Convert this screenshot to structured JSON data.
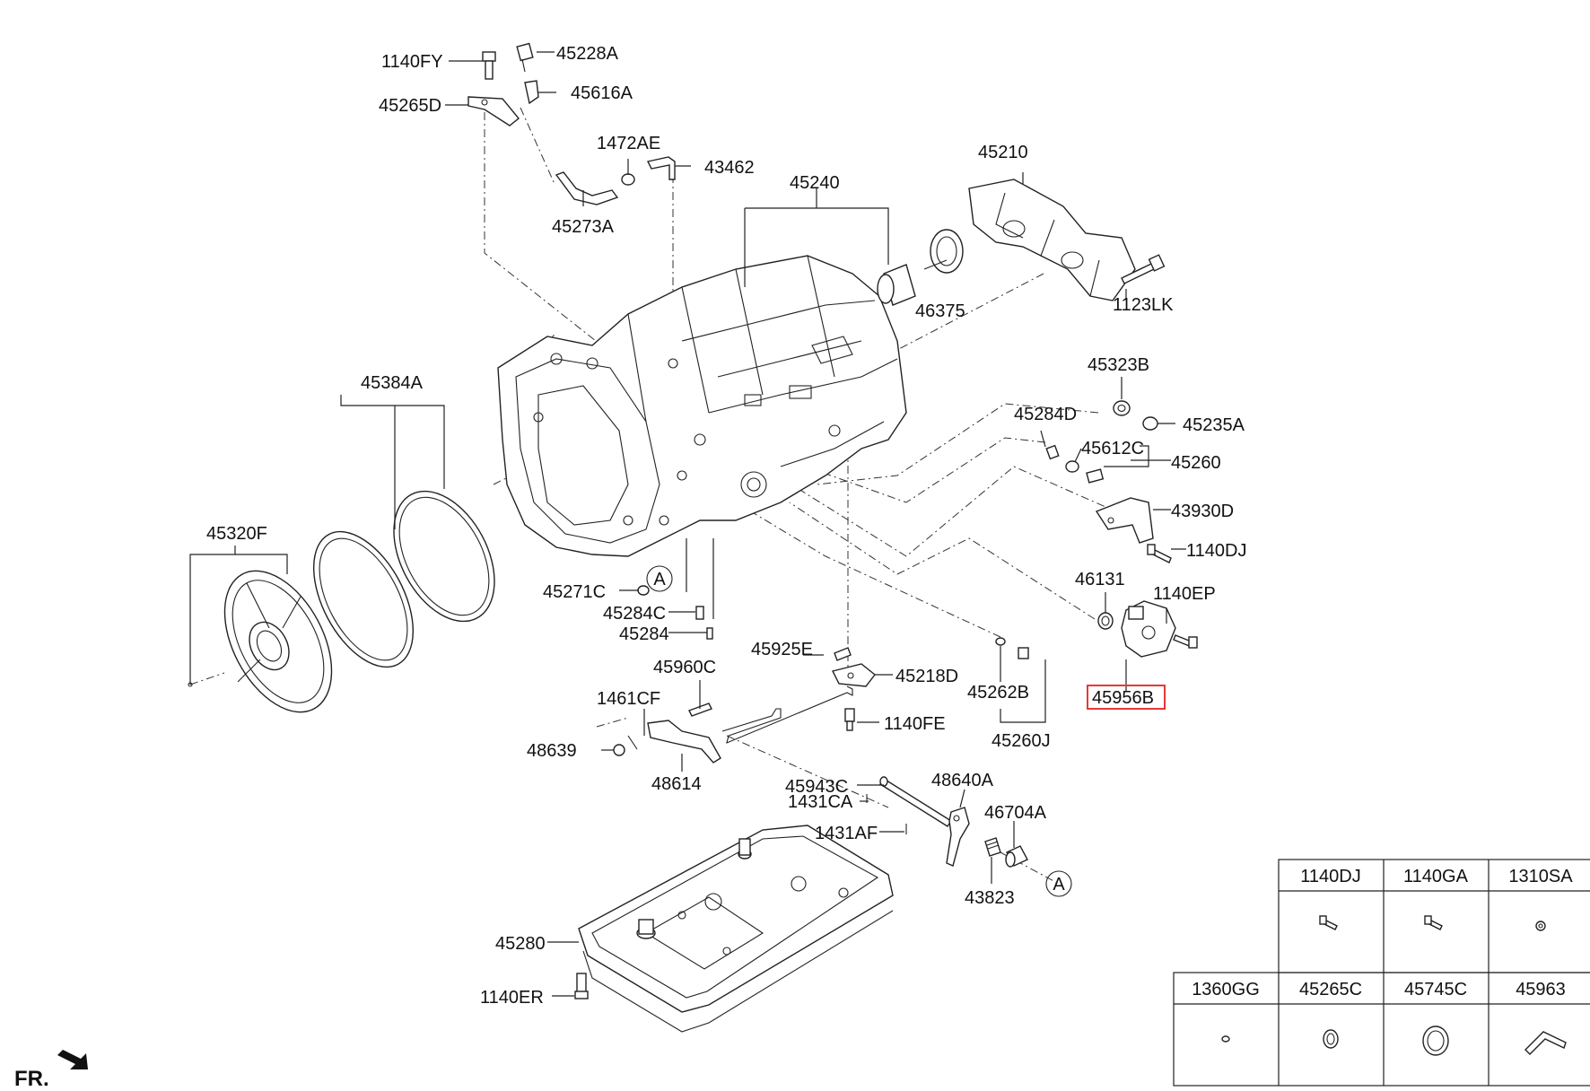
{
  "labels": {
    "p1140FY": "1140FY",
    "p45228A": "45228A",
    "p45616A": "45616A",
    "p45265D": "45265D",
    "p1472AE": "1472AE",
    "p43462": "43462",
    "p45273A": "45273A",
    "p45240": "45240",
    "p45210": "45210",
    "p46375": "46375",
    "p1123LK": "1123LK",
    "p45323B": "45323B",
    "p45235A": "45235A",
    "p45284D": "45284D",
    "p45612C": "45612C",
    "p45260": "45260",
    "p43930D": "43930D",
    "p1140DJ": "1140DJ",
    "p46131": "46131",
    "p1140EP": "1140EP",
    "p45956B": "45956B",
    "p45384A": "45384A",
    "p45320F": "45320F",
    "p45271C": "45271C",
    "p45284C": "45284C",
    "p45284": "45284",
    "p45925E": "45925E",
    "p45218D": "45218D",
    "p45960C": "45960C",
    "p1461CF": "1461CF",
    "p48639": "48639",
    "p48614": "48614",
    "p1140FE": "1140FE",
    "p45262B": "45262B",
    "p45260J": "45260J",
    "p45943C": "45943C",
    "p1431CA": "1431CA",
    "p1431AF": "1431AF",
    "p48640A": "48640A",
    "p46704A": "46704A",
    "p43823": "43823",
    "p45280": "45280",
    "p1140ER": "1140ER",
    "refA1": "A",
    "refA2": "A",
    "front": "FR."
  },
  "highlighted_part": "45956B",
  "highlight_color": "#e53935",
  "legend": {
    "row1": [
      "1140DJ",
      "1140GA",
      "1310SA"
    ],
    "row2": [
      "1360GG",
      "45265C",
      "45745C",
      "45963"
    ]
  }
}
